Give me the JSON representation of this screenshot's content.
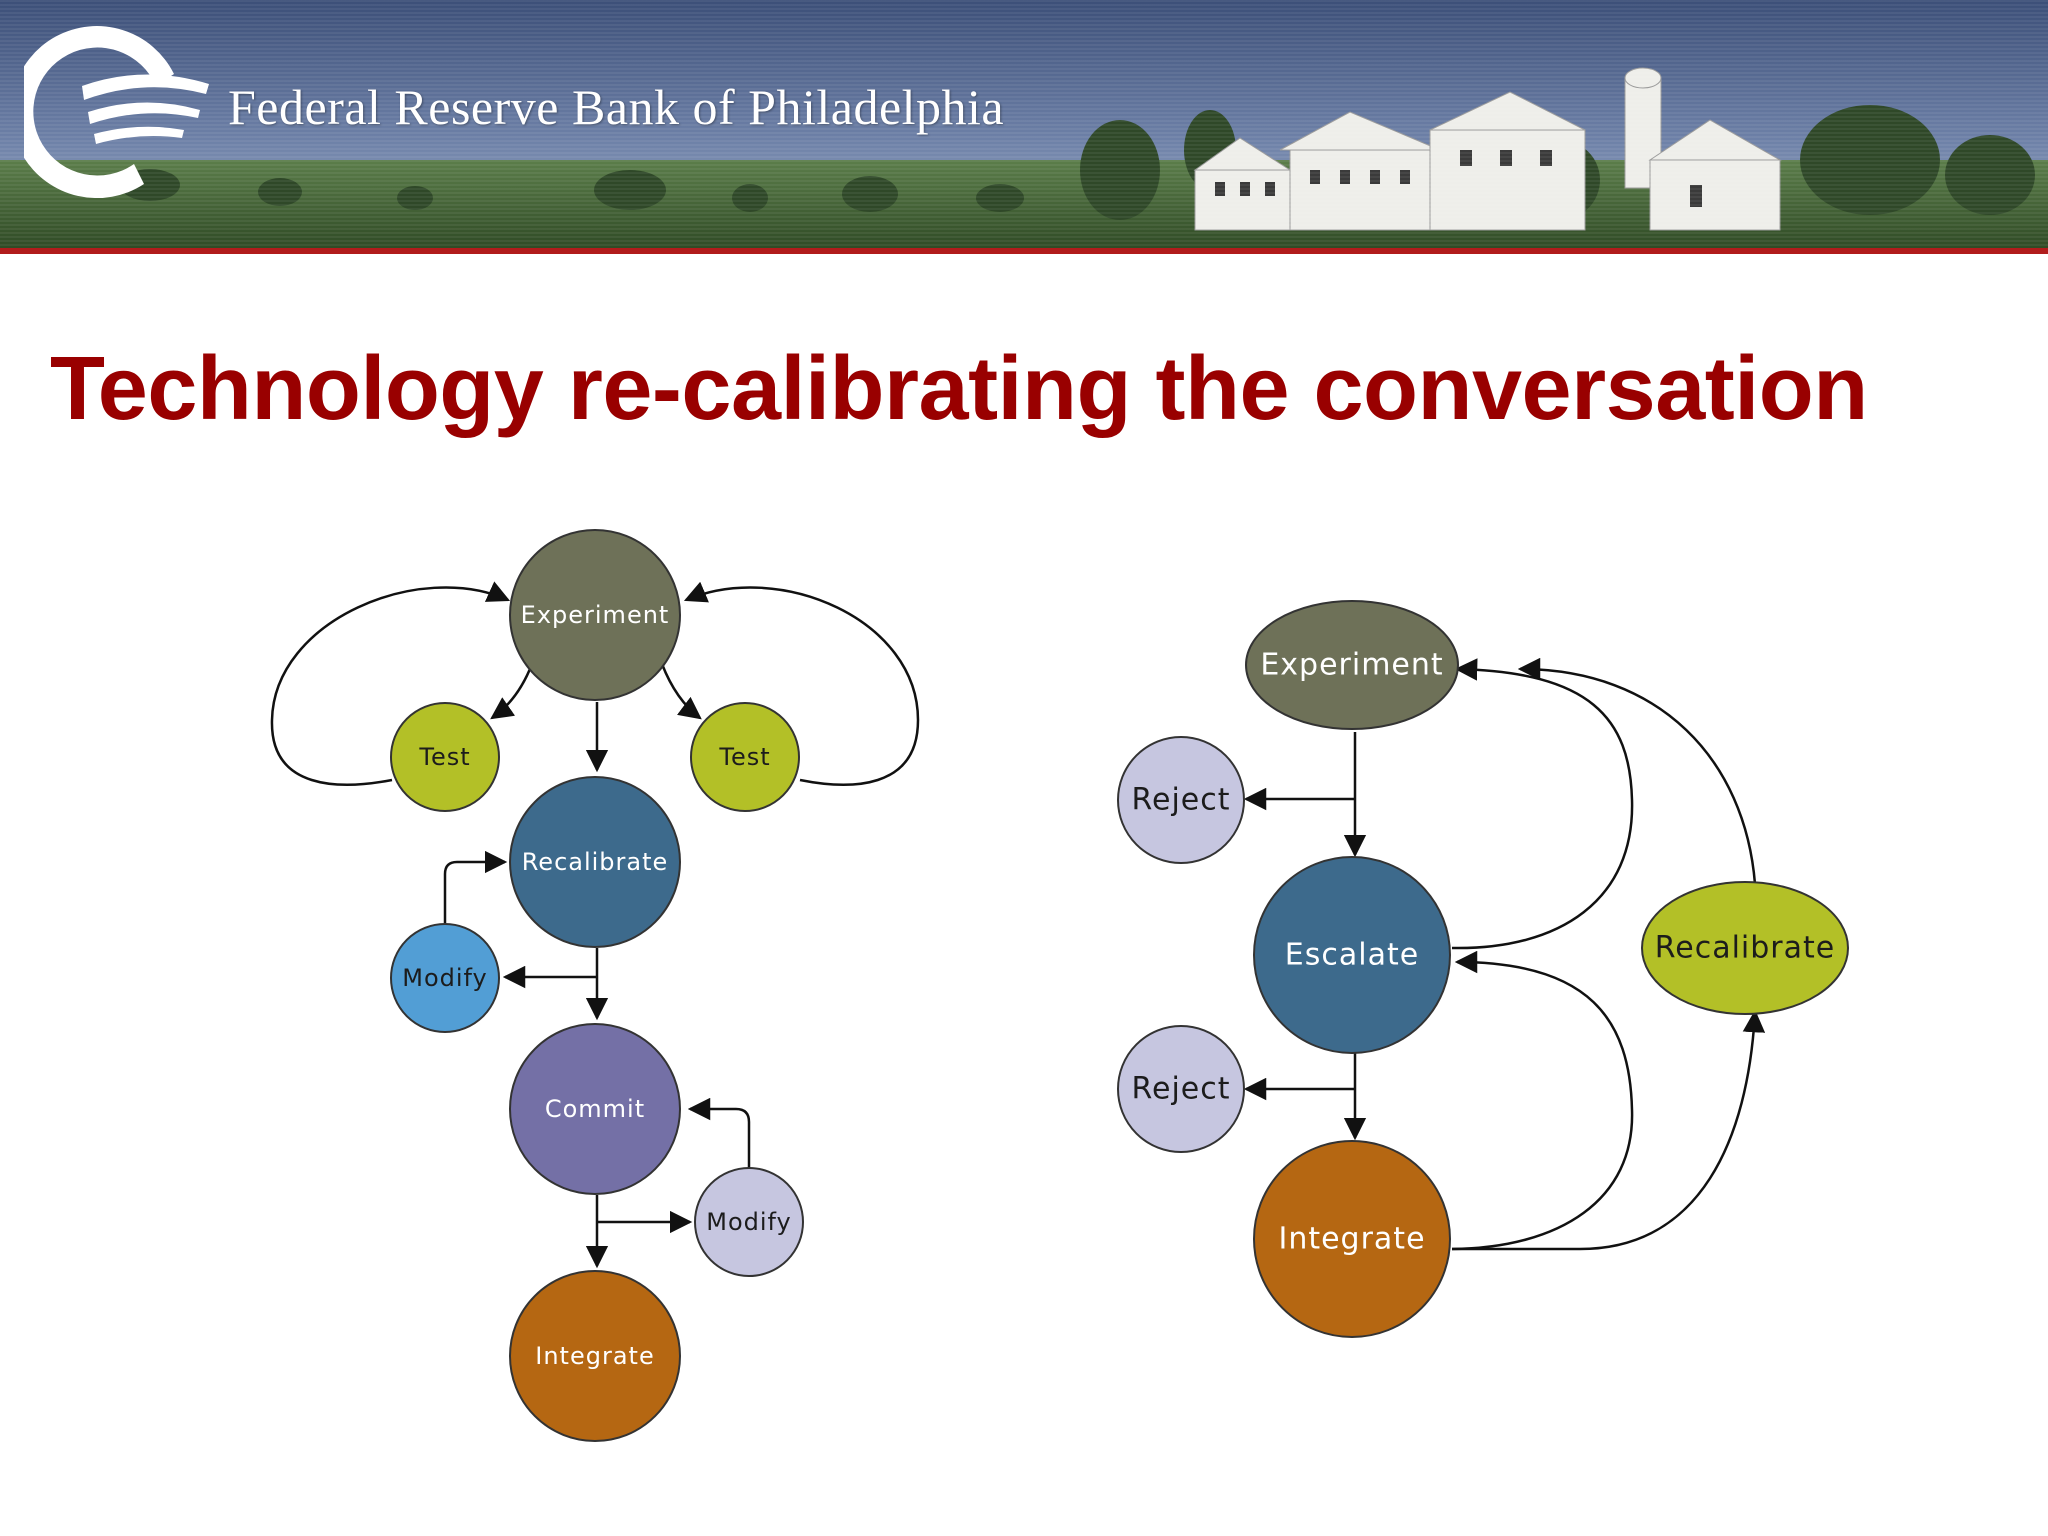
{
  "header": {
    "org_name": "Federal Reserve Bank of Philadelphia",
    "logo_icon": "fed-philadelphia-eagle-logo"
  },
  "title": "Technology re-calibrating the conversation",
  "colors": {
    "title": "#990000",
    "experiment": "#6e7158",
    "test": "#b3c027",
    "recalibrate": "#3d6a8c",
    "escalate": "#3d6a8c",
    "modify_blue": "#529ed5",
    "commit": "#7470a6",
    "modify_lavender": "#c6c6e0",
    "reject": "#c6c6e0",
    "integrate": "#b56712"
  },
  "left_diagram": {
    "experiment": "Experiment",
    "test_left": "Test",
    "test_right": "Test",
    "recalibrate": "Recalibrate",
    "modify_top": "Modify",
    "commit": "Commit",
    "modify_bottom": "Modify",
    "integrate": "Integrate"
  },
  "right_diagram": {
    "experiment": "Experiment",
    "reject_top": "Reject",
    "escalate": "Escalate",
    "reject_bottom": "Reject",
    "integrate": "Integrate",
    "recalibrate": "Recalibrate"
  }
}
